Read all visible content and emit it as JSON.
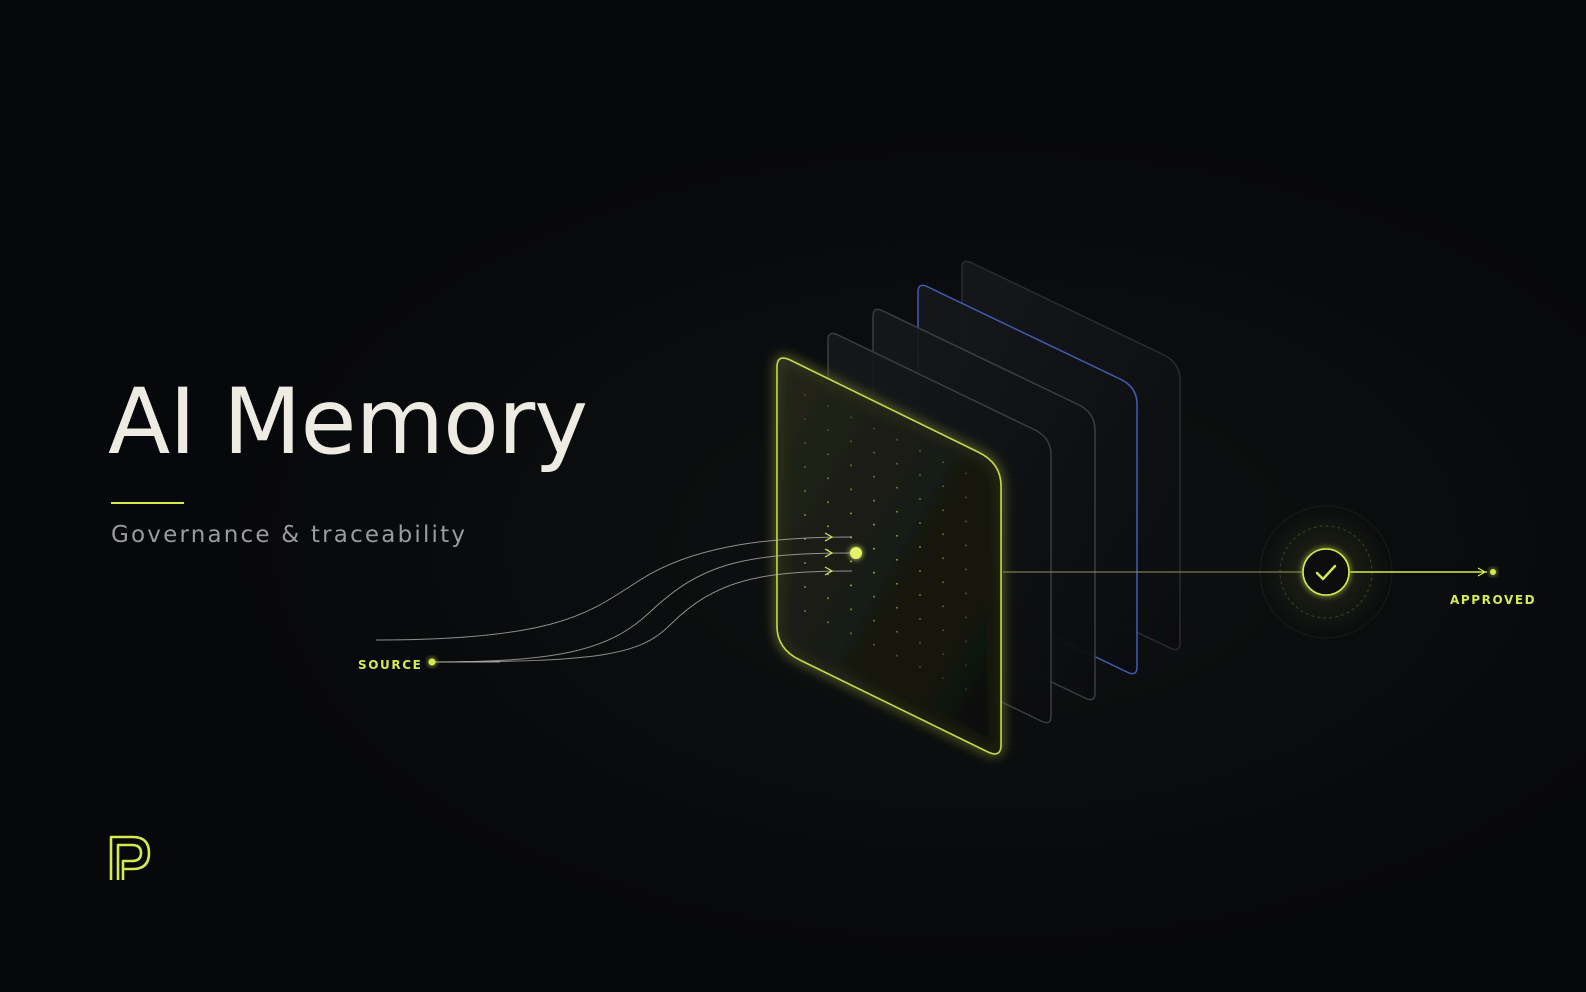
{
  "hero": {
    "title": "AI Memory",
    "subtitle": "Governance & traceability"
  },
  "diagram": {
    "source_label": "SOURCE",
    "approved_label": "APPROVED",
    "layers": [
      {
        "name": "front",
        "stroke": "#d6ea4e"
      },
      {
        "name": "second",
        "stroke": "#3a3d42"
      },
      {
        "name": "third",
        "stroke": "#3a3d42"
      },
      {
        "name": "fourth",
        "stroke": "#3f5fb4"
      },
      {
        "name": "back",
        "stroke": "#2a2c30"
      }
    ],
    "check_icon": "checkmark-icon"
  },
  "brand": {
    "logo_icon": "brand-logo-icon"
  },
  "colors": {
    "background": "#07080b",
    "accent": "#d6ea4e",
    "title": "#eeebe3",
    "subtitle": "#9a9b9f",
    "blue_layer": "#3f5fb4"
  }
}
